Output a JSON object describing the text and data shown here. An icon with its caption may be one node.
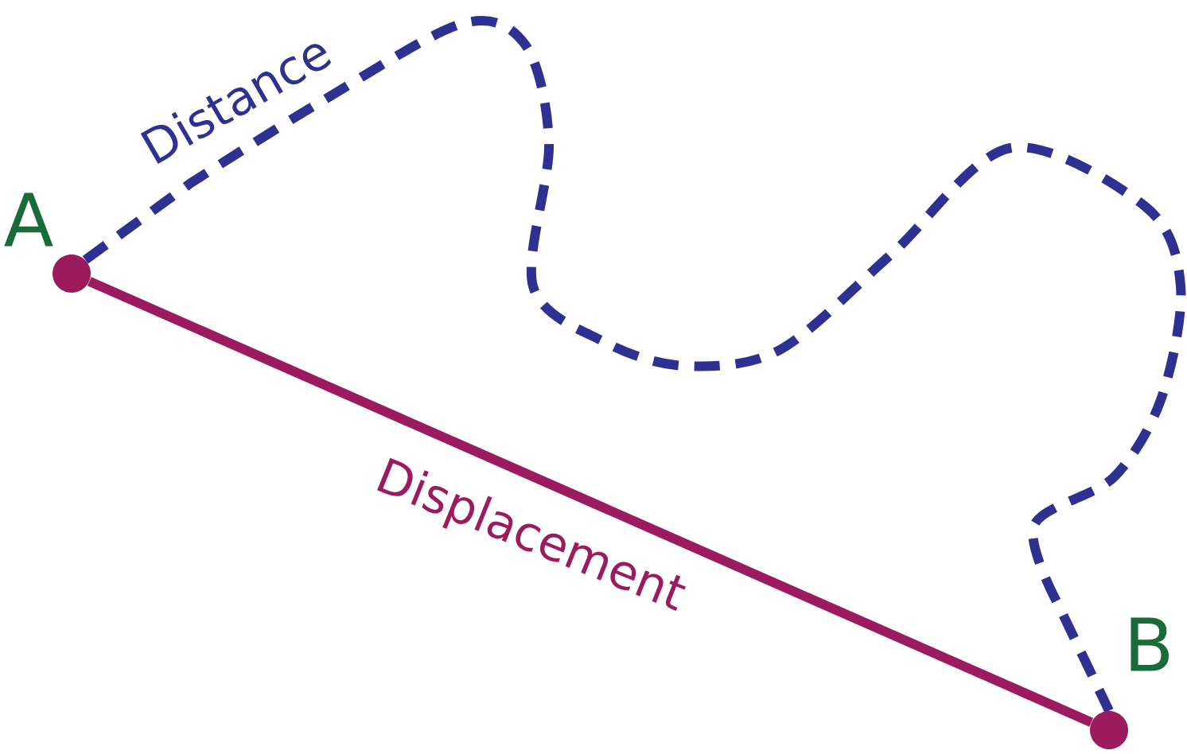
{
  "diagram": {
    "nodes": [
      {
        "text": [],
        "shape": "circle",
        "beside": [
          "A"
        ]
      },
      {
        "text": [],
        "shape": "circle",
        "beside": [
          "B"
        ]
      }
    ],
    "edges": [
      {
        "from": 0,
        "to": 1,
        "arrow": "none",
        "label": "Distance",
        "style": "dashed",
        "color": "#2e3192"
      },
      {
        "from": 0,
        "to": 1,
        "arrow": "none",
        "label": "Displacement",
        "color": "#9b1b5e"
      }
    ]
  }
}
